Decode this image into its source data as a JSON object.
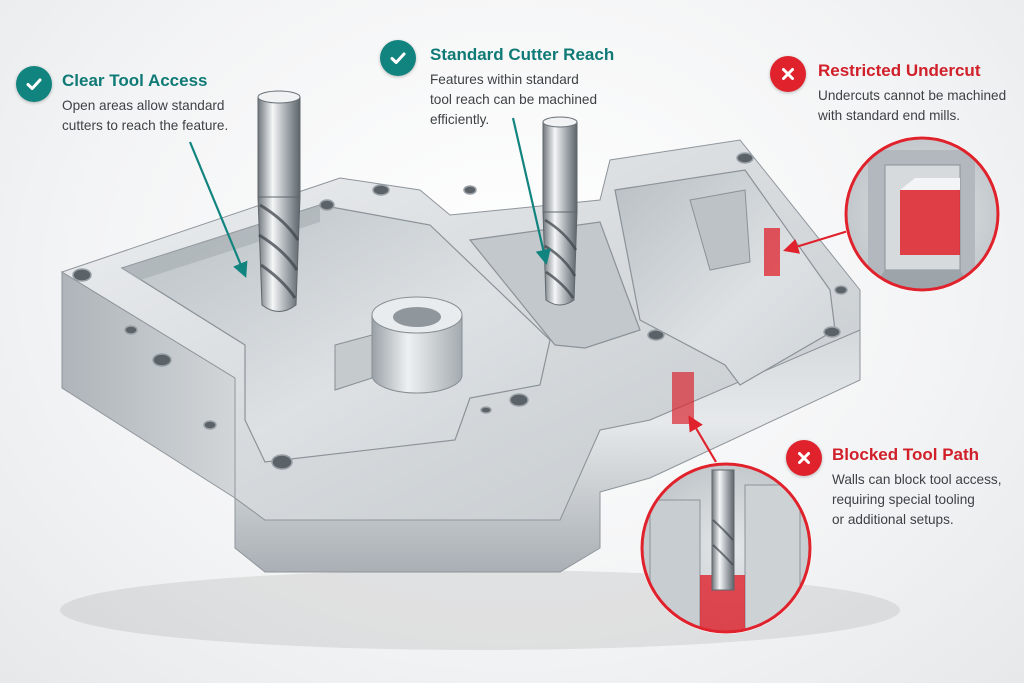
{
  "colors": {
    "accent_ok": "#12847f",
    "accent_bad": "#e0222c",
    "metal_light": "#dfe3e6",
    "metal_dark": "#9aa1a7"
  },
  "callouts": {
    "clear_tool_access": {
      "icon": "check-icon",
      "title": "Clear Tool Access",
      "lines": [
        "Open areas allow standard",
        "cutters to reach the feature."
      ]
    },
    "standard_cutter_reach": {
      "icon": "check-icon",
      "title": "Standard Cutter Reach",
      "lines": [
        "Features within standard",
        "tool reach can be machined",
        "efficiently."
      ]
    },
    "restricted_undercut": {
      "icon": "x-icon",
      "title": "Restricted Undercut",
      "lines": [
        "Undercuts cannot be machined",
        "with standard end mills."
      ]
    },
    "blocked_tool_path": {
      "icon": "x-icon",
      "title": "Blocked Tool Path",
      "lines": [
        "Walls can block tool access,",
        "requiring special tooling",
        "or additional setups."
      ]
    }
  }
}
